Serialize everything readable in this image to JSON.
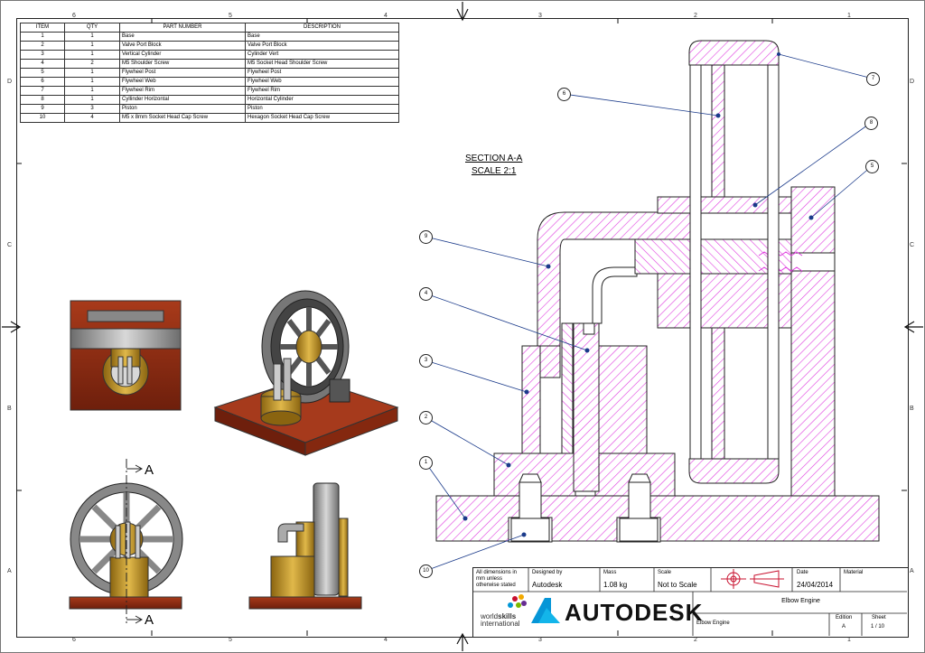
{
  "bom": {
    "headers": [
      "ITEM",
      "QTY",
      "PART NUMBER",
      "DESCRIPTION"
    ],
    "rows": [
      [
        "1",
        "1",
        "Base",
        "Base"
      ],
      [
        "2",
        "1",
        "Valve Port Block",
        "Valve Port Block"
      ],
      [
        "3",
        "1",
        "Vertical Cylinder",
        "Cylinder Vert"
      ],
      [
        "4",
        "2",
        "M5 Shoulder Screw",
        "M5 Socket Head Shoulder Screw"
      ],
      [
        "5",
        "1",
        "Flywheel Post",
        "Flywheel Post"
      ],
      [
        "6",
        "1",
        "Flywheel Web",
        "Flywheel Web"
      ],
      [
        "7",
        "1",
        "Flywheel Rim",
        "Flywheel Rim"
      ],
      [
        "8",
        "1",
        "Cyllinder Horizontal",
        "Horizontal Cylinder"
      ],
      [
        "9",
        "3",
        "Piston",
        "Piston"
      ],
      [
        "10",
        "4",
        "M5 x 8mm Socket Head Cap Screw",
        "Hexagon Socket Head Cap Screw"
      ]
    ]
  },
  "section": {
    "title": "SECTION A-A",
    "scale": "SCALE 2:1"
  },
  "section_marker": "A",
  "balloons": [
    "1",
    "2",
    "3",
    "4",
    "5",
    "6",
    "7",
    "8",
    "9",
    "10"
  ],
  "zones": {
    "columns": [
      "6",
      "5",
      "4",
      "3",
      "2",
      "1"
    ],
    "rows": [
      "D",
      "C",
      "B",
      "A"
    ]
  },
  "title_block": {
    "dims_note": "All dimensions in mm unless otherwise stated",
    "designed_by_label": "Designed by",
    "designed_by": "Autodesk",
    "mass_label": "Mass",
    "mass": "1.08 kg",
    "scale_label": "Scale",
    "scale": "Not to Scale",
    "date_label": "Date",
    "date": "24/04/2014",
    "material_label": "Material",
    "title": "Elbow Engine",
    "part_name": "Elbow Engine",
    "edition_label": "Edition",
    "edition": "A",
    "sheet_label": "Sheet",
    "sheet": "1 / 10",
    "brand": "AUTODESK",
    "ws_line1": "world",
    "ws_line1b": "skills",
    "ws_line2": "international"
  },
  "colors": {
    "hatch": "#e040e0",
    "wood": "#8b2a12",
    "brass": "#b8891e",
    "steel": "#9a9a9a",
    "ws_red": "#c8102e",
    "ad_teal": "#0696d7"
  }
}
